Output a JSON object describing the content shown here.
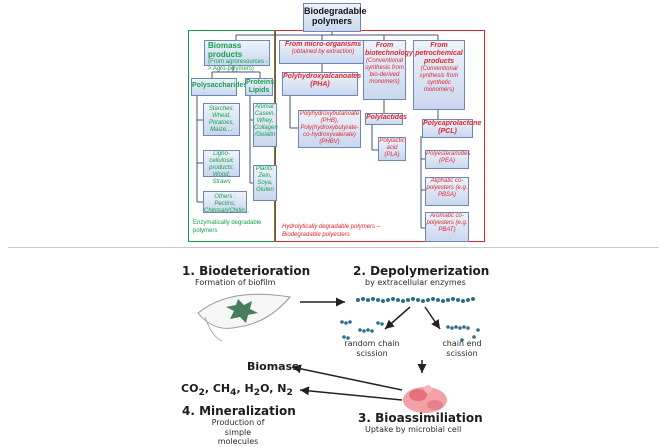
{
  "top": {
    "root": "Biodegradable polymers",
    "biomass": {
      "title": "Biomass products",
      "sub": "(From agroresources -> Agro-polymers)"
    },
    "micro": {
      "title": "From micro-organisms",
      "sub": "(obtained by extraction)"
    },
    "biotech": {
      "title": "From biotechnology",
      "sub": "(Conventional synthesis from bio-derived monomers)"
    },
    "petro": {
      "title": "From petrochemical products",
      "sub": "(Conventional synthesis from synthetic monomers)"
    },
    "polysaccharides": "Polysaccharides",
    "proteins": "Proteins, Lipids",
    "starches": "Starches: Wheat, Potatoes, Maize,...",
    "ligno": "Ligno-cellulosic products: Wood, Straws",
    "others": "Others : Pectins, Chitosan/Chitin...",
    "animal": "Animal: Casein, Whey, Collagen /Gelatin",
    "plants": "Plants: Zein, Soya, Gluten",
    "pha": "Polyhydroxyalcanoates (PHA)",
    "phb": "Polyhydroxybutanoate (PHB), Poly(hydroxybutyrate-co-hydroxyvalerate) (PHBV)",
    "polylactides": "Polylactides",
    "pla": "Polylactic acid (PLA)",
    "pcl": "Polycaprolactone (PCL)",
    "pea": "Polyesteramides (PEA)",
    "pbsa": "Aliphatic co-polyesters (e.g. PBSA)",
    "pbat": "Aromatic co-polyesters (e.g. PBAT)",
    "enzymatic": "Enzymatically degradable polymers",
    "hydrolytic": "Hydrolytically degradable polymers – Biodegradable polyesters"
  },
  "bottom": {
    "s1_title": "1. Biodeterioration",
    "s1_sub": "Formation of biofilm",
    "s2_title": "2. Depolymerization",
    "s2_sub": "by extracellular enzymes",
    "random": "random chain scission",
    "chainend": "chain end scission",
    "biomass": "Biomass",
    "co2": "CO",
    "co2_sub": "2",
    "ch4": "CH",
    "ch4_sub": "4",
    "h2o_h": "H",
    "h2o_sub": "2",
    "h2o_o": "O",
    "n2": "N",
    "n2_sub": "2",
    "sep": ", ",
    "s4_title": "4. Mineralization",
    "s4_sub": "Production of simple molecules",
    "s3_title": "3. Bioassimiliation",
    "s3_sub": "Uptake by microbial cell"
  },
  "colors": {
    "green": "#14a04a",
    "red": "#e0262b",
    "box_border": "#6f87b6"
  }
}
